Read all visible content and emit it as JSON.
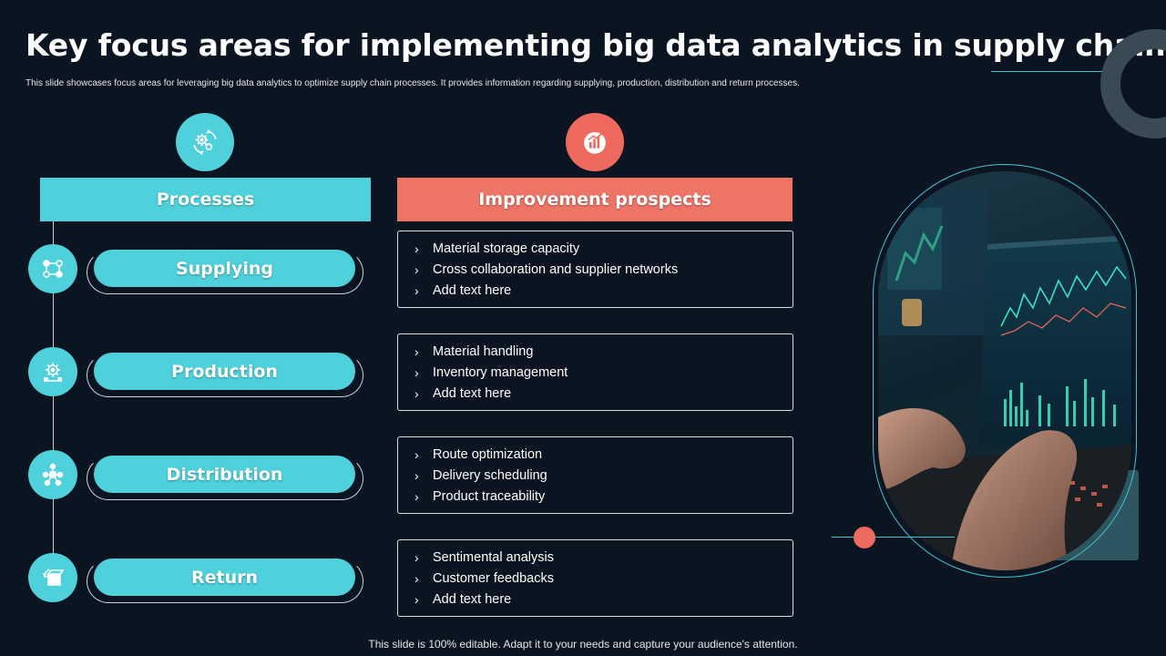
{
  "title": "Key focus areas for implementing big data analytics in supply chain",
  "subtitle": "This slide showcases focus areas for leveraging big data analytics to optimize supply chain processes. It provides information regarding supplying, production, distribution and return processes.",
  "headers": {
    "processes": "Processes",
    "improvement": "Improvement prospects"
  },
  "rows": [
    {
      "process": "Supplying",
      "icon": "network-icon",
      "prospects": [
        "Material storage capacity",
        "Cross collaboration and supplier networks",
        "Add text here"
      ]
    },
    {
      "process": "Production",
      "icon": "factory-gear-icon",
      "prospects": [
        "Material handling",
        "Inventory management",
        "Add text here"
      ]
    },
    {
      "process": "Distribution",
      "icon": "distribution-people-icon",
      "prospects": [
        "Route optimization",
        "Delivery scheduling",
        "Product traceability"
      ]
    },
    {
      "process": "Return",
      "icon": "return-box-icon",
      "prospects": [
        "Sentimental analysis",
        "Customer feedbacks",
        "Add text here"
      ]
    }
  ],
  "bullet_glyph": "›",
  "footer": "This slide is 100% editable. Adapt it to your needs and capture your audience's attention.",
  "colors": {
    "background": "#0b1521",
    "teal": "#4fd1dc",
    "coral": "#ee7466"
  }
}
